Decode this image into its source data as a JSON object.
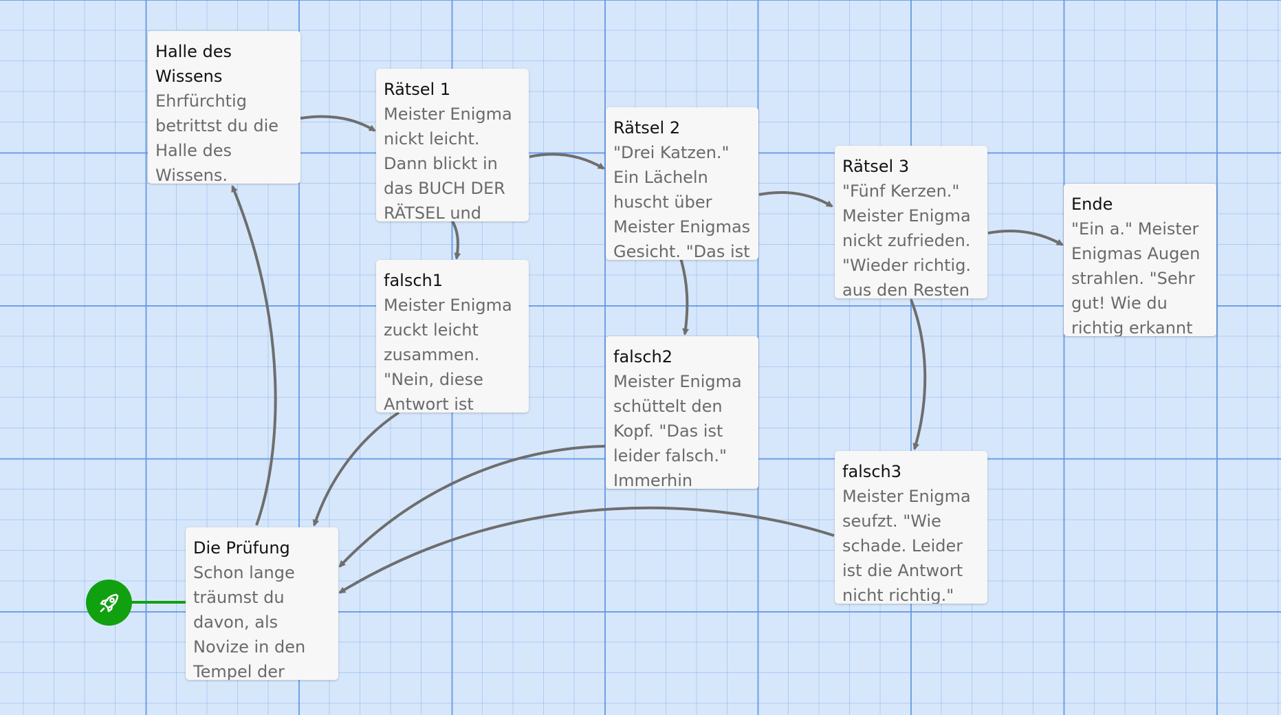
{
  "passages": [
    {
      "id": "halle",
      "title": "Halle des Wissens",
      "excerpt": "Ehrfürchtig betrittst du die Halle des Wissens. Meister"
    },
    {
      "id": "raetsel1",
      "title": "Rätsel 1",
      "excerpt": "Meister Enigma nickt leicht. Dann blickt in das BUCH DER RÄTSEL und"
    },
    {
      "id": "raetsel2",
      "title": "Rätsel 2",
      "excerpt": "\"Drei Katzen.\" Ein Lächeln huscht über Meister Enigmas Gesicht. \"Das ist"
    },
    {
      "id": "raetsel3",
      "title": "Rätsel 3",
      "excerpt": "\"Fünf Kerzen.\" Meister Enigma nickt zufrieden. \"Wieder richtig. aus den Resten"
    },
    {
      "id": "ende",
      "title": "Ende",
      "excerpt": "\"Ein a.\" Meister Enigmas Augen strahlen. \"Sehr gut! Wie du richtig erkannt"
    },
    {
      "id": "falsch1",
      "title": "falsch1",
      "excerpt": "Meister Enigma zuckt leicht zusammen. \"Nein, diese Antwort ist"
    },
    {
      "id": "falsch2",
      "title": "falsch2",
      "excerpt": "Meister Enigma schüttelt den Kopf. \"Das ist leider falsch.\" Immerhin"
    },
    {
      "id": "falsch3",
      "title": "falsch3",
      "excerpt": "Meister Enigma seufzt. \"Wie schade. Leider ist die Antwort nicht richtig.\""
    },
    {
      "id": "pruefung",
      "title": "Die Prüfung",
      "excerpt": "Schon lange träumst du davon, als Novize in den Tempel der"
    }
  ],
  "start": {
    "icon": "rocket-icon",
    "passage": "pruefung"
  },
  "colors": {
    "start": "#10a010",
    "link": "#6e6e6e",
    "canvas": "#d7e7fb",
    "grid": "#6096e2"
  }
}
